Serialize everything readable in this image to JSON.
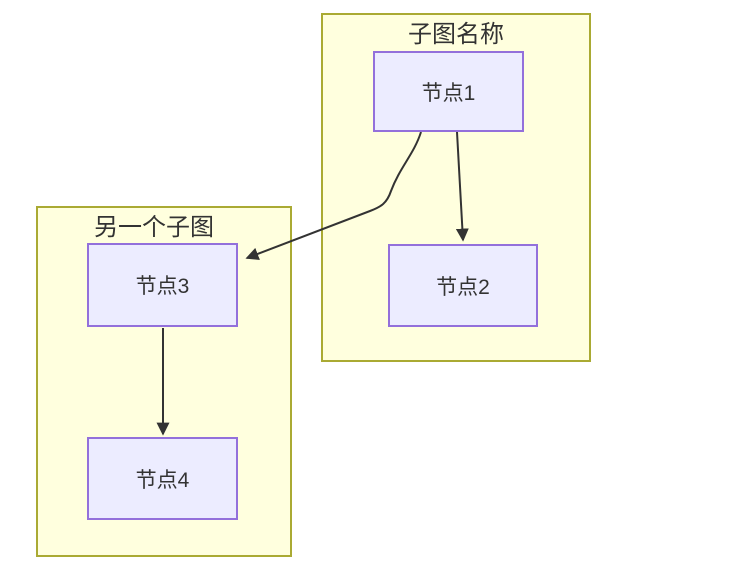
{
  "diagram": {
    "type": "flowchart",
    "background": "#ffffff",
    "subgraphs": [
      {
        "title": "子图名称",
        "node_ids": [
          "node1",
          "node2"
        ]
      },
      {
        "title": "另一个子图",
        "node_ids": [
          "node3",
          "node4"
        ]
      }
    ],
    "nodes": [
      {
        "id": "node1",
        "label": "节点1"
      },
      {
        "id": "node2",
        "label": "节点2"
      },
      {
        "id": "node3",
        "label": "节点3"
      },
      {
        "id": "node4",
        "label": "节点4"
      }
    ],
    "edges": [
      {
        "from": "node1",
        "to": "node2",
        "style": "curved-arrow"
      },
      {
        "from": "node1",
        "to": "node3",
        "style": "curved-arrow"
      },
      {
        "from": "node3",
        "to": "node4",
        "style": "straight-arrow"
      }
    ],
    "colors": {
      "subgraph_fill": "#ffffde",
      "subgraph_border": "#aaaa33",
      "node_fill": "#ececff",
      "node_border": "#9370db",
      "edge_stroke": "#333333",
      "text": "#333333"
    }
  }
}
